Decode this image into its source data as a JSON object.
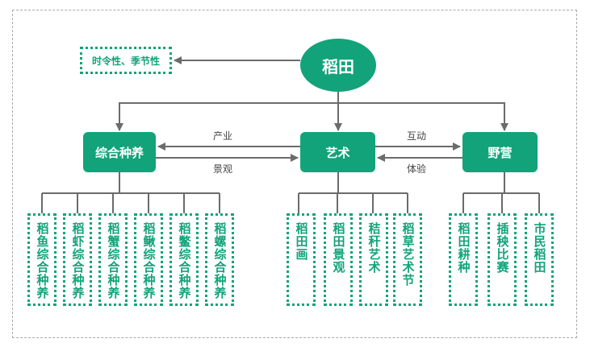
{
  "root": {
    "label": "稻田"
  },
  "note": {
    "label": "时令性、季节性"
  },
  "nodes": {
    "zonghe": "综合种养",
    "yishu": "艺术",
    "yeying": "野营"
  },
  "edge_labels": {
    "chanye": "产业",
    "jingguan": "景观",
    "hudong": "互动",
    "tiyan": "体验"
  },
  "leaves": {
    "zonghe": [
      "稻鱼综合种养",
      "稻虾综合种养",
      "稻蟹综合种养",
      "稻鳅综合种养",
      "稻鳖综合种养",
      "稻螺综合种养"
    ],
    "yishu": [
      "稻田画",
      "稻田景观",
      "秸秆艺术",
      "稻草艺术节"
    ],
    "yeying": [
      "稻田耕种",
      "插秧比赛",
      "市民稻田"
    ]
  },
  "colors": {
    "accent": "#12a37a",
    "line": "#6b6b6b",
    "frame": "#a9a9a9"
  }
}
